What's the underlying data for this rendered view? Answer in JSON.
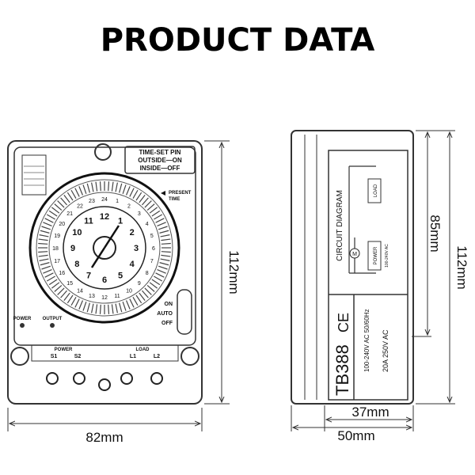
{
  "title": "PRODUCT DATA",
  "front": {
    "pin_label": [
      "TIME-SET PIN",
      "OUTSIDE—ON",
      "INSIDE—OFF"
    ],
    "present_time": [
      "PRESENT",
      "TIME"
    ],
    "inner_numbers": [
      "12",
      "1",
      "2",
      "3",
      "4",
      "5",
      "6",
      "7",
      "8",
      "9",
      "10",
      "11"
    ],
    "outer_numbers": [
      "24",
      "1",
      "2",
      "3",
      "4",
      "5",
      "6",
      "7",
      "8",
      "9",
      "10",
      "11",
      "12",
      "13",
      "14",
      "15",
      "16",
      "17",
      "18",
      "19",
      "20",
      "21",
      "22",
      "23"
    ],
    "power_led": "POWER",
    "output_led": "OUTPUT",
    "switch": [
      "ON",
      "AUTO",
      "OFF"
    ],
    "terminal_power": "POWER",
    "terminal_load": "LOAD",
    "terminals": [
      "S1",
      "S2",
      "L1",
      "L2"
    ]
  },
  "side": {
    "circuit_title": "CIRCUIT DIAGRAM",
    "load": "LOAD",
    "power": "POWER",
    "power_voltage": "100-240V AC",
    "motor": "M",
    "model": "TB388",
    "ce": "CE",
    "spec_motor": "100-240V AC 50/60Hz",
    "spec_contact": "20A 250V AC"
  },
  "dimensions": {
    "front_height": "112mm",
    "front_width": "82mm",
    "side_inner_height": "85mm",
    "side_height": "112mm",
    "side_inner_width": "37mm",
    "side_width": "50mm"
  }
}
